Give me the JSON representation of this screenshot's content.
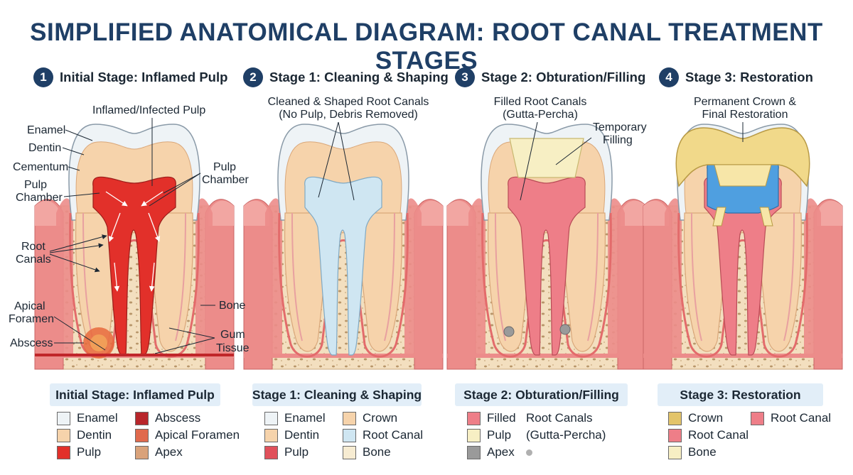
{
  "title": "SIMPLIFIED ANATOMICAL DIAGRAM: ROOT CANAL TREATMENT STAGES",
  "colors": {
    "heading": "#1f3f66",
    "enamel": "#eef3f6",
    "dentin": "#f6d3ab",
    "pulp_inflamed": "#e2302a",
    "gum": "#ec8c8a",
    "bone": "#f3dfbf",
    "cleaned_canal": "#cfe6f2",
    "filled_canal": "#ee7e88",
    "temporary_filling": "#f7efc4",
    "crown": "#f1d98a",
    "sublabel_bg": "#e2eef8"
  },
  "stages": [
    {
      "number": "1",
      "title": "Initial Stage: Inflamed Pulp",
      "caption": "Initial Stage: Inflamed Pulp",
      "labels": {
        "inflamed_pulp": "Inflamed/Infected Pulp",
        "enamel": "Enamel",
        "dentin": "Dentin",
        "cementum": "Cementum",
        "pulp_chamber_left_1": "Pulp",
        "pulp_chamber_left_2": "Chamber",
        "pulp_chamber_right_1": "Pulp",
        "pulp_chamber_right_2": "Chamber",
        "root_canals_1": "Root",
        "root_canals_2": "Canals",
        "apical_foramen_1": "Apical",
        "apical_foramen_2": "Foramen",
        "abscess": "Abscess",
        "bone": "Bone",
        "gum_tissue_1": "Gum",
        "gum_tissue_2": "Tissue"
      },
      "legend": [
        {
          "label": "Enamel",
          "color": "#eef3f6"
        },
        {
          "label": "Dentin",
          "color": "#f6d3ab"
        },
        {
          "label": "Pulp",
          "color": "#e2302a"
        },
        {
          "label": "Abscess",
          "color": "#b8262b"
        },
        {
          "label": "Apical Foramen",
          "color": "#e06a4d"
        },
        {
          "label": "Apex",
          "color": "#d9a27a"
        }
      ]
    },
    {
      "number": "2",
      "title": "Stage 1: Cleaning & Shaping",
      "caption": "Stage 1: Cleaning & Shaping",
      "labels": {
        "cleaned_1": "Cleaned & Shaped Root Canals",
        "cleaned_2": "(No Pulp, Debris Removed)"
      },
      "legend": [
        {
          "label": "Enamel",
          "color": "#eef3f6"
        },
        {
          "label": "Dentin",
          "color": "#f6d3ab"
        },
        {
          "label": "Pulp",
          "color": "#e0505a"
        },
        {
          "label": "Crown",
          "color": "#f6d3ab"
        },
        {
          "label": "Root Canal",
          "color": "#cfe6f2"
        },
        {
          "label": "Bone",
          "color": "#f7ecd2"
        }
      ]
    },
    {
      "number": "3",
      "title": "Stage 2: Obturation/Filling",
      "caption": "Stage 2: Obturation/Filling",
      "labels": {
        "filled_1": "Filled Root Canals",
        "filled_2": "(Gutta-Percha)",
        "temporary_1": "Temporary",
        "temporary_2": "Filling"
      },
      "legend": [
        {
          "label": "Filled",
          "color": "#ee7e88"
        },
        {
          "label": "Pulp",
          "color": "#f7efc4"
        },
        {
          "label": "Apex",
          "color": "#9a9a9a"
        },
        {
          "label": "Root Canals",
          "color": ""
        },
        {
          "label": "(Gutta-Percha)",
          "color": ""
        }
      ]
    },
    {
      "number": "4",
      "title": "Stage 3: Restoration",
      "caption": "Stage 3: Restoration",
      "labels": {
        "crown_1": "Permanent Crown &",
        "crown_2": "Final Restoration"
      },
      "legend": [
        {
          "label": "Crown",
          "color": "#e3c46a"
        },
        {
          "label": "Root Canal",
          "color": "#ee7e88"
        },
        {
          "label": "Bone",
          "color": "#f7efc4"
        },
        {
          "label": "Root Canal",
          "color": "#ee7e88"
        }
      ]
    }
  ]
}
